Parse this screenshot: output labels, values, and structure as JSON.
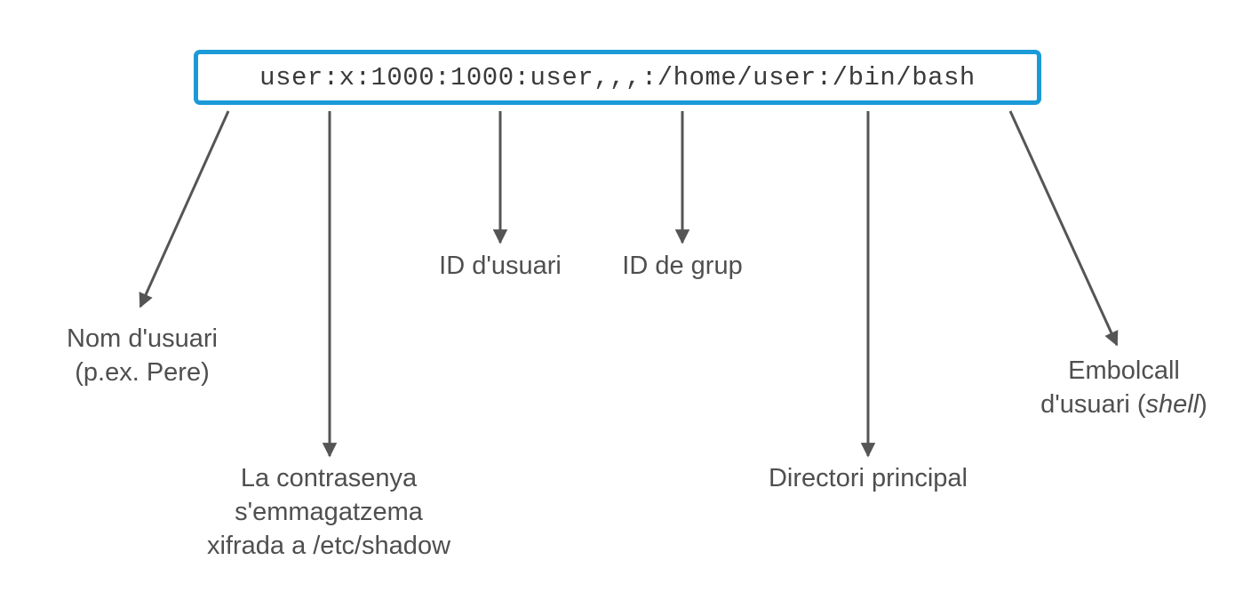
{
  "record": {
    "text": "user:x:1000:1000:user,,,:/home/user:/bin/bash"
  },
  "fields": {
    "username": {
      "line1": "Nom d'usuari",
      "line2": "(p.ex. Pere)"
    },
    "password": {
      "line1": "La contrasenya",
      "line2": "s'emmagatzema",
      "line3": "xifrada a /etc/shadow"
    },
    "user_id": {
      "label": "ID d'usuari"
    },
    "group_id": {
      "label": "ID de grup"
    },
    "home_dir": {
      "label": "Directori principal"
    },
    "shell": {
      "line1": "Embolcall",
      "line2_prefix": "d'usuari (",
      "line2_italic": "shell",
      "line2_suffix": ")"
    }
  },
  "colors": {
    "box_border": "#1b9ad8",
    "arrow": "#555555",
    "text": "#4f4f4f"
  }
}
